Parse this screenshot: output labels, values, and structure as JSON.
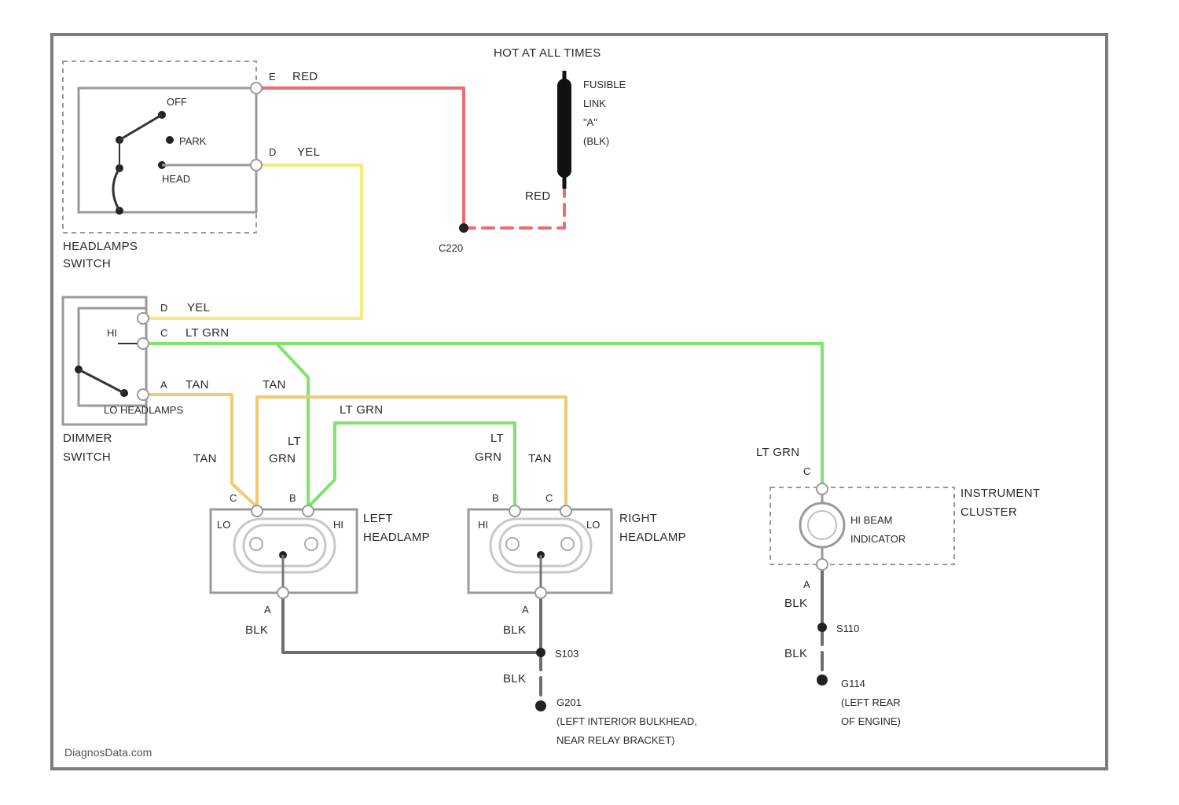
{
  "top_label": "HOT AT ALL TIMES",
  "fusible_link": [
    "FUSIBLE",
    "LINK",
    "\"A\"",
    "(BLK)"
  ],
  "splice_c220": "C220",
  "headlamp_switch": {
    "label1": "HEADLAMPS",
    "label2": "SWITCH",
    "off": "OFF",
    "park": "PARK",
    "head": "HEAD",
    "pin_e": "E",
    "red": "RED",
    "pin_d": "D",
    "yel": "YEL"
  },
  "dimmer_switch": {
    "label1": "DIMMER",
    "label2": "SWITCH",
    "hi": "HI",
    "lo": "LO HEADLAMPS",
    "pin_d": "D",
    "yel": "YEL",
    "pin_c": "C",
    "lt_grn": "LT GRN",
    "pin_a": "A",
    "tan": "TAN"
  },
  "wire_labels": {
    "red_fl": "RED",
    "tan_top": "TAN",
    "lt_grn_mid": "LT GRN",
    "tan_left": "TAN",
    "lt": "LT",
    "grn": "GRN",
    "lt2": "LT",
    "grn2": "GRN",
    "tan_right": "TAN",
    "lt_grn_cluster": "LT GRN"
  },
  "left_headlamp": {
    "label1": "LEFT",
    "label2": "HEADLAMP",
    "lo": "LO",
    "hi": "HI",
    "pin_c": "C",
    "pin_b": "B",
    "pin_a": "A",
    "blk": "BLK"
  },
  "right_headlamp": {
    "label1": "RIGHT",
    "label2": "HEADLAMP",
    "hi": "HI",
    "lo": "LO",
    "pin_b": "B",
    "pin_c": "C",
    "pin_a": "A",
    "blk": "BLK"
  },
  "instrument_cluster": {
    "label1": "INSTRUMENT",
    "label2": "CLUSTER",
    "ind1": "HI BEAM",
    "ind2": "INDICATOR",
    "pin_top": "C",
    "pin_bot": "A",
    "blk1": "BLK",
    "blk2": "BLK",
    "splice": "S110",
    "ground": "G114",
    "ground_loc1": "(LEFT REAR",
    "ground_loc2": "OF ENGINE)"
  },
  "ground_left": {
    "splice": "S103",
    "blk": "BLK",
    "ground": "G201",
    "loc1": "(LEFT INTERIOR BULKHEAD,",
    "loc2": "NEAR RELAY BRACKET)"
  },
  "watermark": "DiagnosData.com",
  "colors": {
    "red": "#ee6b73",
    "yellow": "#f2ec7a",
    "green": "#7fe36c",
    "tan": "#f0cb72",
    "black": "#6e6e6e"
  }
}
